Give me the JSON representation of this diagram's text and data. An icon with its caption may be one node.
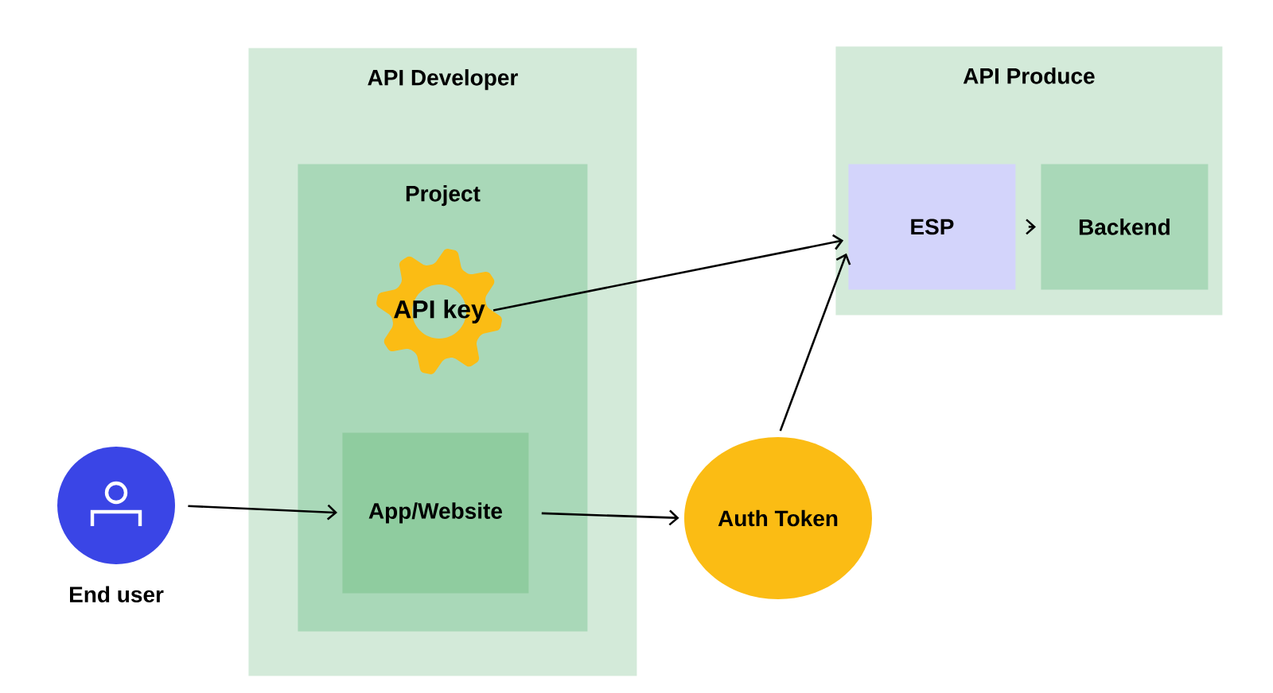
{
  "diagram": {
    "nodes": [
      {
        "text": [
          "API Developer"
        ]
      },
      {
        "text": [
          "Project"
        ],
        "in": 0
      },
      {
        "text": [
          "API key"
        ],
        "in": 1
      },
      {
        "text": [
          "App/Website"
        ],
        "in": 1
      },
      {
        "text": [
          "End user"
        ]
      },
      {
        "text": [
          "Auth Token"
        ]
      },
      {
        "text": [
          "API Produce"
        ]
      },
      {
        "text": [
          "ESP"
        ],
        "in": 6
      },
      {
        "text": [
          "Backend"
        ],
        "in": 6
      }
    ],
    "edges": [
      {
        "from": 4,
        "to": 3,
        "arrow": "to"
      },
      {
        "from": 3,
        "to": 5,
        "arrow": "to"
      },
      {
        "from": 2,
        "to": 7,
        "arrow": "to"
      },
      {
        "from": 5,
        "to": 7,
        "arrow": "to"
      },
      {
        "from": 7,
        "to": 8,
        "arrow": "to"
      }
    ]
  }
}
